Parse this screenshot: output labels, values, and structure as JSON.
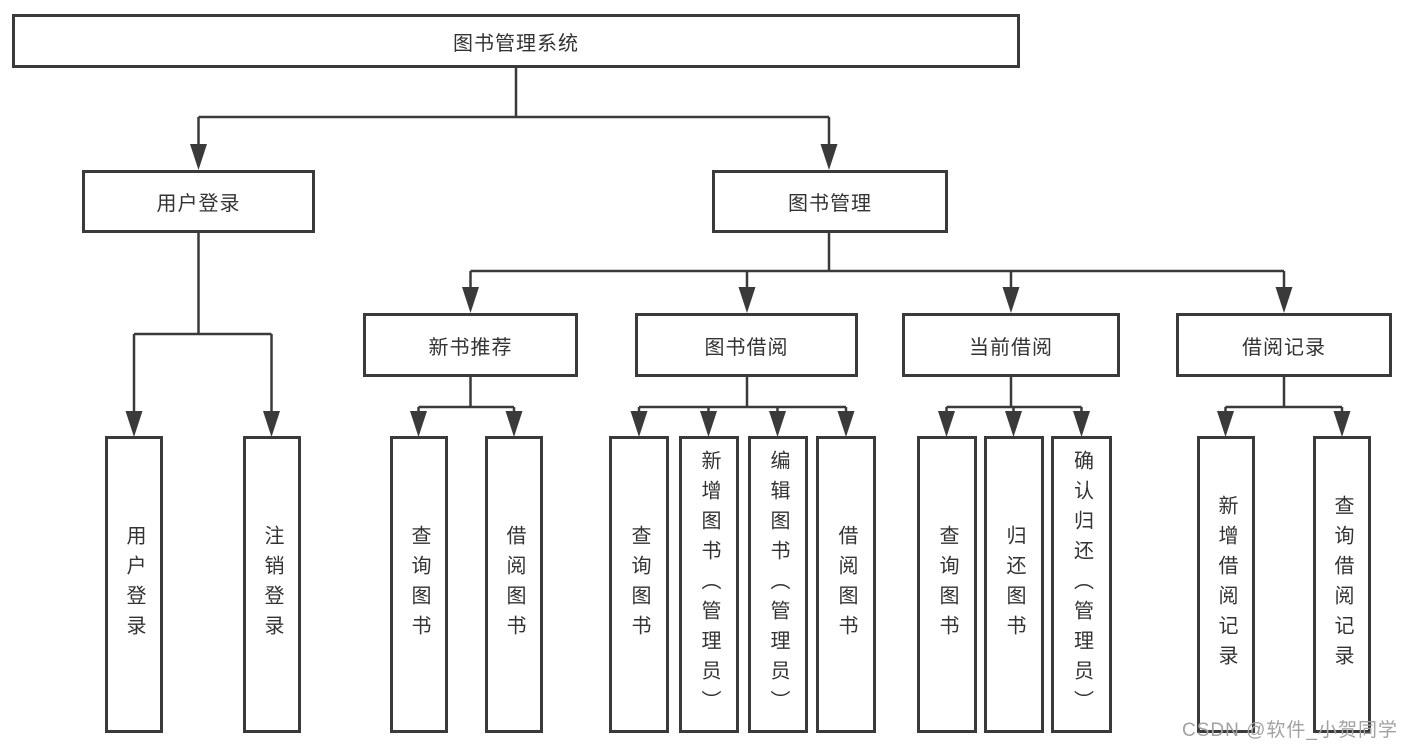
{
  "tree": {
    "label": "图书管理系统",
    "children": [
      {
        "label": "用户登录",
        "children": [
          {
            "label": "用户登录"
          },
          {
            "label": "注销登录"
          }
        ]
      },
      {
        "label": "图书管理",
        "children": [
          {
            "label": "新书推荐",
            "children": [
              {
                "label": "查询图书"
              },
              {
                "label": "借阅图书"
              }
            ]
          },
          {
            "label": "图书借阅",
            "children": [
              {
                "label": "查询图书"
              },
              {
                "label": "新增图书（管理员）"
              },
              {
                "label": "编辑图书（管理员）"
              },
              {
                "label": "借阅图书"
              }
            ]
          },
          {
            "label": "当前借阅",
            "children": [
              {
                "label": "查询图书"
              },
              {
                "label": "归还图书"
              },
              {
                "label": "确认归还（管理员）"
              }
            ]
          },
          {
            "label": "借阅记录",
            "children": [
              {
                "label": "新增借阅记录"
              },
              {
                "label": "查询借阅记录"
              }
            ]
          }
        ]
      }
    ]
  },
  "watermark": "CSDN @软件_小贺同学",
  "colors": {
    "line": "#3a3a3a",
    "text": "#333333",
    "watermark": "#a2a2a2",
    "background": "#ffffff"
  }
}
